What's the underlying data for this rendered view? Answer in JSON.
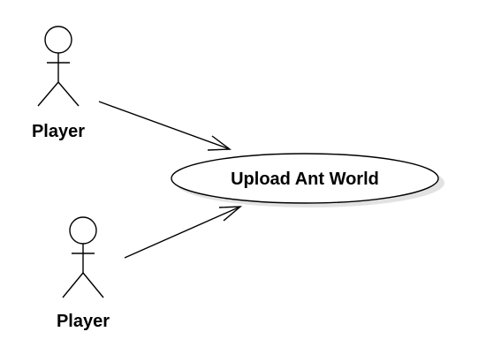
{
  "diagram": {
    "type": "uml-use-case",
    "actors": [
      {
        "id": "actor-1",
        "label": "Player"
      },
      {
        "id": "actor-2",
        "label": "Player"
      }
    ],
    "use_cases": [
      {
        "id": "uc-1",
        "label": "Upload Ant World"
      }
    ],
    "associations": [
      {
        "from": "actor-1",
        "to": "uc-1",
        "arrow": "open"
      },
      {
        "from": "actor-2",
        "to": "uc-1",
        "arrow": "open"
      }
    ]
  }
}
